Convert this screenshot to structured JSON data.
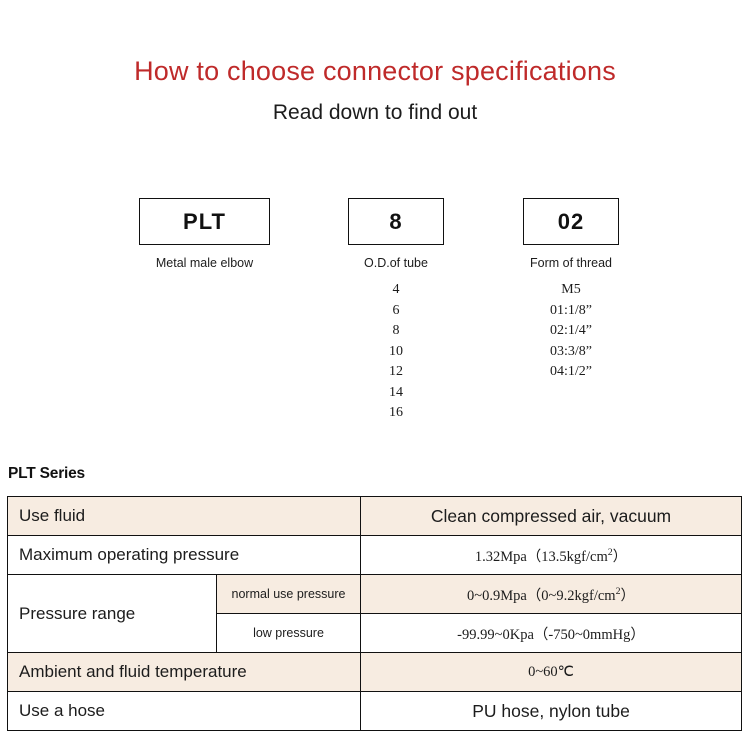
{
  "header": {
    "title": "How to choose connector specifications",
    "subtitle": "Read down to find out",
    "title_color": "#bf2a2a"
  },
  "code_breakdown": {
    "columns": [
      {
        "code": "PLT",
        "caption": "Metal male elbow",
        "options": []
      },
      {
        "code": "8",
        "caption": "O.D.of tube",
        "options": [
          "4",
          "6",
          "8",
          "10",
          "12",
          "14",
          "16"
        ]
      },
      {
        "code": "02",
        "caption": "Form of thread",
        "options": [
          "M5",
          "01:1/8”",
          "02:1/4”",
          "03:3/8”",
          "04:1/2”"
        ]
      }
    ]
  },
  "spec": {
    "heading": "PLT Series",
    "accent_beige": "#f7ece1",
    "rows": [
      {
        "label": "Use fluid",
        "value": "Clean compressed air, vacuum"
      },
      {
        "label": "Maximum operating pressure",
        "value_pre": "1.32Mpa（13.5kgf/cm",
        "value_sup": "2",
        "value_post": "）"
      },
      {
        "label": "Pressure range",
        "sub": [
          {
            "sublabel": "normal use pressure",
            "value_pre": "0~0.9Mpa（0~9.2kgf/cm",
            "value_sup": "2",
            "value_post": "）"
          },
          {
            "sublabel": "low pressure",
            "value": "-99.99~0Kpa（-750~0mmHg）"
          }
        ]
      },
      {
        "label": "Ambient and fluid temperature",
        "value": "0~60℃"
      },
      {
        "label": "Use a hose",
        "value": "PU hose, nylon tube"
      }
    ]
  }
}
